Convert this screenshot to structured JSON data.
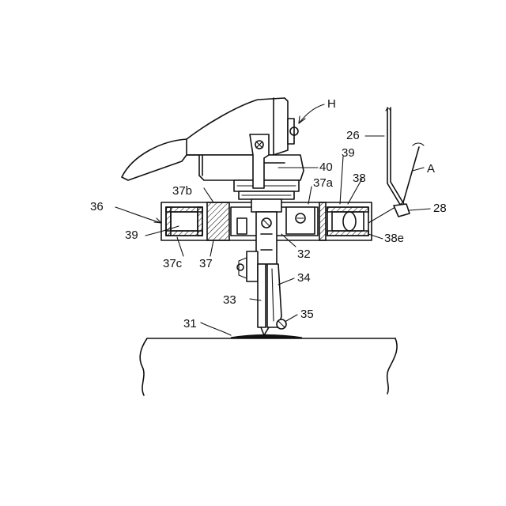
{
  "labels": {
    "H": "H",
    "l26": "26",
    "l39top": "39",
    "lA": "A",
    "l40": "40",
    "l38": "38",
    "l37b": "37b",
    "l37a": "37a",
    "l36": "36",
    "l28": "28",
    "l39left": "39",
    "l38e": "38e",
    "l37c": "37c",
    "l37": "37",
    "l32": "32",
    "l34": "34",
    "l33": "33",
    "l35": "35",
    "l31": "31"
  }
}
